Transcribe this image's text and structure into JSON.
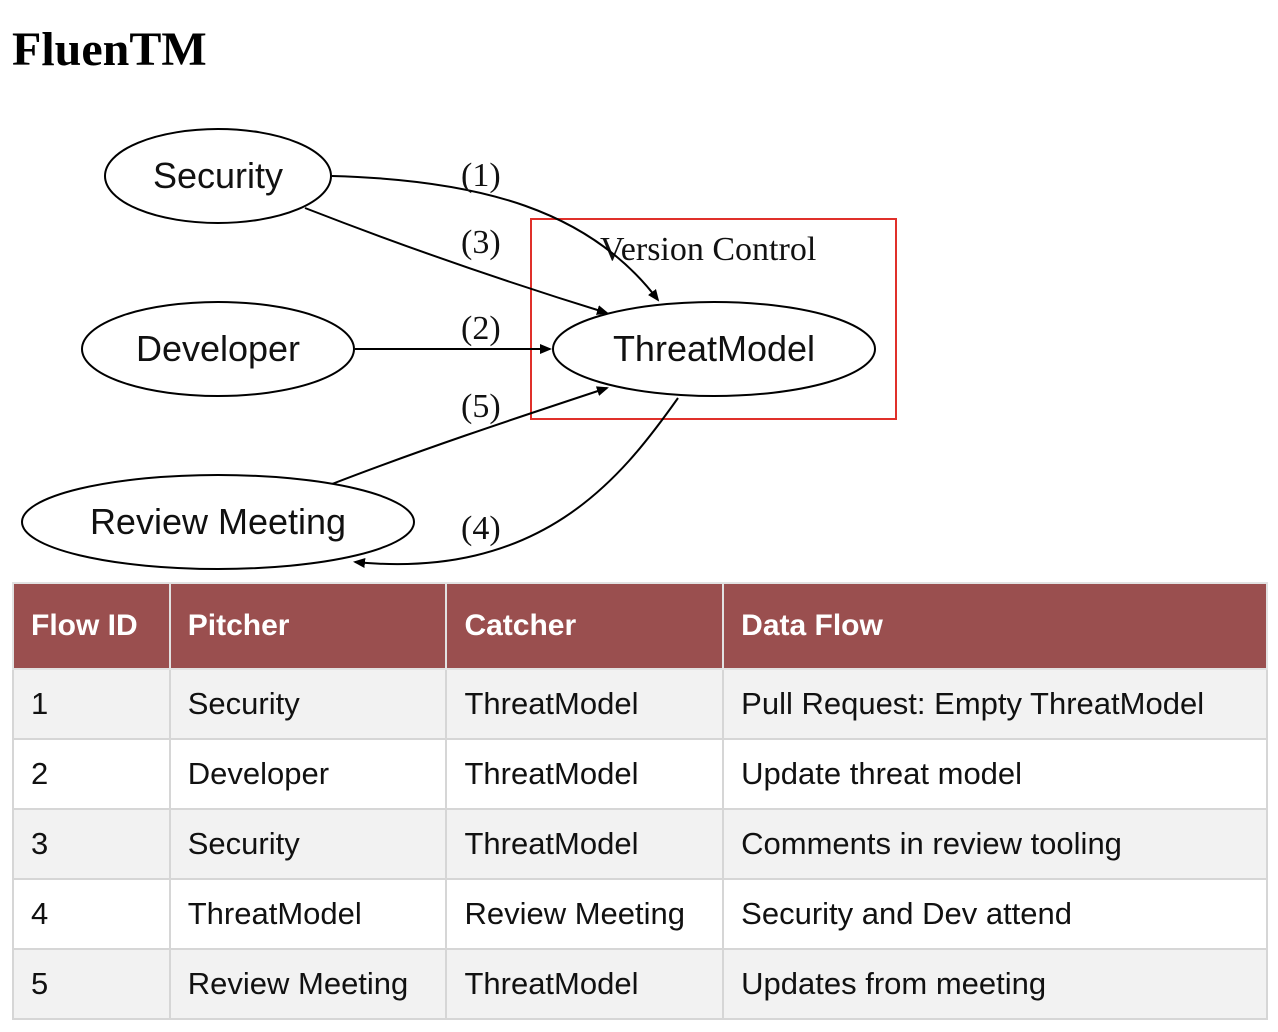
{
  "page": {
    "title": "FluenTM"
  },
  "diagram": {
    "nodes": {
      "security": "Security",
      "developer": "Developer",
      "review_meeting": "Review Meeting",
      "threat_model": "ThreatModel"
    },
    "cluster_label": "Version Control",
    "edge_labels": [
      "(1)",
      "(2)",
      "(3)",
      "(4)",
      "(5)"
    ],
    "cluster_color": "#e0302a"
  },
  "table": {
    "headers": [
      "Flow ID",
      "Pitcher",
      "Catcher",
      "Data Flow"
    ],
    "rows": [
      [
        "1",
        "Security",
        "ThreatModel",
        "Pull Request: Empty ThreatModel"
      ],
      [
        "2",
        "Developer",
        "ThreatModel",
        "Update threat model"
      ],
      [
        "3",
        "Security",
        "ThreatModel",
        "Comments in review tooling"
      ],
      [
        "4",
        "ThreatModel",
        "Review Meeting",
        "Security and Dev attend"
      ],
      [
        "5",
        "Review Meeting",
        "ThreatModel",
        "Updates from meeting"
      ]
    ],
    "header_color": "#9a4f4f"
  }
}
